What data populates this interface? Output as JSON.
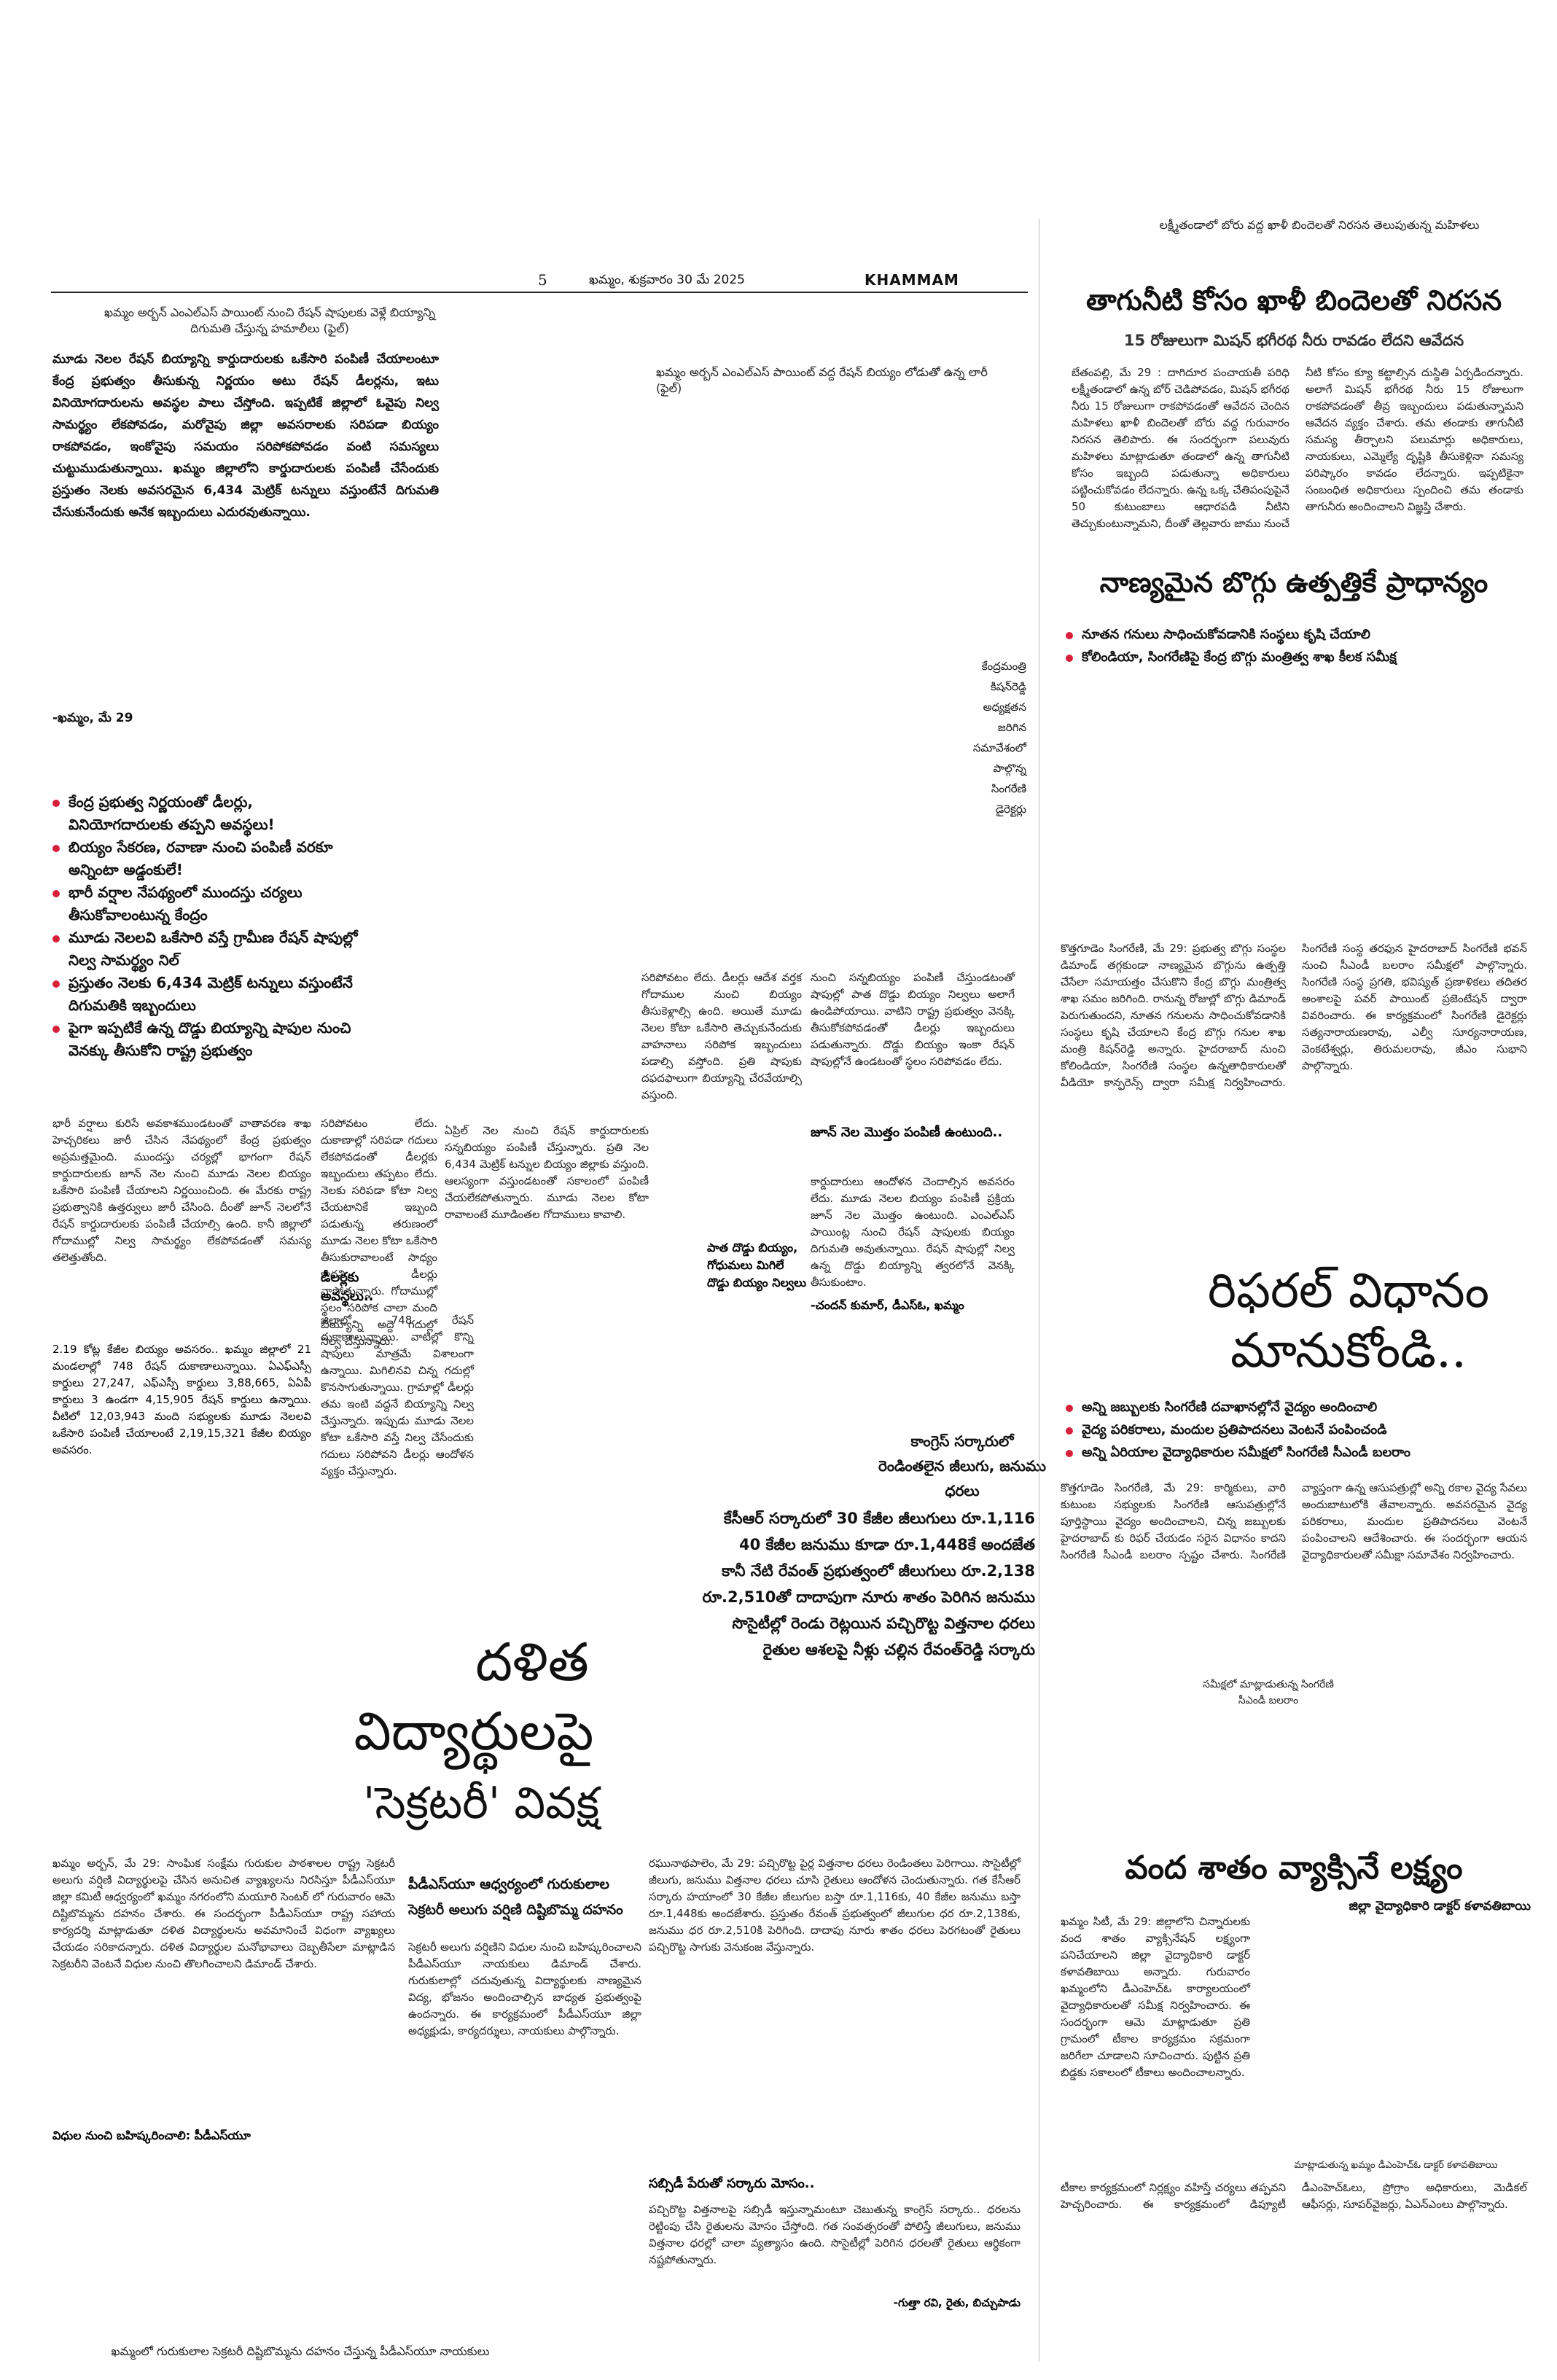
{
  "page_number": "5",
  "date_line": "ఖమ్మం, శుక్రవారం 30 మే 2025",
  "edition": "KHAMMAM",
  "top_left_caption": "ఖమ్మం అర్బన్ ఎంఎల్ఎస్ పాయింట్ నుంచి రేషన్ షాపులకు వెళ్లే బియ్యాన్ని దిగుమతి చేస్తున్న హమాలీలు (ఫైల్)",
  "lorry_caption": "ఖమ్మం అర్బన్ ఎంఎల్ఎస్ పాయింట్ వద్ద రేషన్ బియ్యం లోడుతో ఉన్న లారీ (ఫైల్)",
  "ration": {
    "intro": "మూడు నెలల రేషన్ బియ్యాన్ని కార్డుదారులకు ఒకేసారి పంపిణీ చేయాలంటూ కేంద్ర ప్రభుత్వం తీసుకున్న నిర్ణయం అటు రేషన్ డీలర్లను, ఇటు వినియోగదారులను అవస్థల పాలు చేస్తోంది. ఇప్పటికే జిల్లాలో ఓవైపు నిల్వ సామర్థ్యం లేకపోవడం, మరోవైపు జిల్లా అవసరాలకు సరిపడా బియ్యం రాకపోవడం, ఇంకోవైపు సమయం సరిపోకపోవడం వంటి సమస్యలు చుట్టుముడుతున్నాయి. ఖమ్మం జిల్లాలోని కార్డుదారులకు పంపిణీ చేసేందుకు ప్రస్తుతం నెలకు అవసరమైన 6,434 మెట్రిక్ టన్నులు వస్తుంటేనే దిగుమతి చేసుకునేందుకు అనేక ఇబ్బందులు ఎదురవుతున్నాయి.",
    "dateline": "-ఖమ్మం, మే 29",
    "bullets": [
      "కేంద్ర ప్రభుత్వ నిర్ణయంతో డీలర్లు, వినియోగదారులకు తప్పని అవస్థలు!",
      "బియ్యం సేకరణ, రవాణా నుంచి పంపిణీ వరకూ అన్నింటా అడ్డంకులే!",
      "భారీ వర్షాల నేపథ్యంలో ముందస్తు చర్యలు తీసుకోవాలంటున్న కేంద్రం",
      "మూడు నెలలవి ఒకేసారి వస్తే గ్రామీణ రేషన్ షాపుల్లో నిల్వ సామర్థ్యం నిల్",
      "ప్రస్తుతం నెలకు 6,434 మెట్రిక్ టన్నులు వస్తుంటేనే దిగుమతికి ఇబ్బందులు",
      "పైగా ఇప్పటికే ఉన్న దొడ్డు బియ్యాన్ని షాపుల నుంచి వెనక్కు తీసుకోని రాష్ట్ర ప్రభుత్వం"
    ],
    "body1": "భారీ వర్షాలు కురిసే అవకాశముండటంతో వాతావరణ శాఖ హెచ్చరికలు జారీ చేసిన నేపథ్యంలో కేంద్ర ప్రభుత్వం అప్రమత్తమైంది. ముందస్తు చర్యల్లో భాగంగా రేషన్ కార్డుదారులకు జూన్ నెల నుంచి మూడు నెలల బియ్యం ఒకేసారి పంపిణీ చేయాలని నిర్ణయించింది. ఈ మేరకు రాష్ట్ర ప్రభుత్వానికి ఉత్తర్వులు జారీ చేసింది. దీంతో జూన్ నెలలోనే రేషన్ కార్డుదారులకు పంపిణీ చేయాల్సి ఉంది. కానీ జిల్లాలో గోదాముల్లో నిల్వ సామర్థ్యం లేకపోవడంతో సమస్య తలెత్తుతోంది.",
    "body2": "2.19 కోట్ల కేజీల బియ్యం అవసరం.. ఖమ్మం జిల్లాలో 21 మండలాల్లో 748 రేషన్ దుకాణాలున్నాయి. ఏఎఫ్ఎస్సీ కార్డులు 27,247, ఎఫ్ఎస్సీ కార్డులు 3,88,665, ఏఏపీ కార్డులు 3 ఉండగా 4,15,905 రేషన్ కార్డులు ఉన్నాయి. వీటిలో 12,03,943 మంది సభ్యులకు మూడు నెలలవి ఒకేసారి పంపిణీ చేయాలంటే 2,19,15,321 కేజీల బియ్యం అవసరం.",
    "body3": "సరిపోవటం లేదు. దుకాణాల్లో సరిపడా గదులు లేకపోవడంతో డీలర్లకు ఇబ్బందులు తప్పటం లేదు. నెలకు సరిపడా కోటా నిల్వ చేయటానికే ఇబ్బంది పడుతున్న తరుణంలో మూడు నెలల కోటా ఒకేసారి తీసుకురావాలంటే సాధ్యం కాదని డీలర్లు వాపోతున్నారు. గోదాముల్లో స్థలం సరిపోక చాలా మంది బియ్యాన్ని అద్దె గదుల్లో నిల్వ చేస్తున్నారు.",
    "body4": "ఏప్రిల్ నెల నుంచి రేషన్ కార్డుదారులకు సన్నబియ్యం పంపిణీ చేస్తున్నారు. ప్రతి నెల 6,434 మెట్రిక్ టన్నుల బియ్యం జిల్లాకు వస్తుంది. ఆలస్యంగా వస్తుండటంతో సకాలంలో పంపిణీ చేయలేకపోతున్నారు. మూడు నెలల కోటా రావాలంటే మూడింతల గోదాములు కావాలి.",
    "sub_dealers": "డీలర్లకు అవస్థలు..",
    "body5": "జిల్లాలో 748 రేషన్ దుకాణాలున్నాయి. వాటిల్లో కొన్ని షాపులు మాత్రమే విశాలంగా ఉన్నాయి. మిగిలినవి చిన్న గదుల్లో కొనసాగుతున్నాయి. గ్రామాల్లో డీలర్లు తమ ఇంటి వద్దనే బియ్యాన్ని నిల్వ చేస్తున్నారు. ఇప్పుడు మూడు నెలల కోటా ఒకేసారి వస్తే నిల్వ చేసేందుకు గదులు సరిపోవని డీలర్లు ఆందోళన వ్యక్తం చేస్తున్నారు.",
    "body6": "సరిపోవటం లేదు. డీలర్లు ఆదేశ వర్తక గోదాముల నుంచి బియ్యం తీసుకెళ్లాల్సి ఉంది. అయితే మూడు నెలల కోటా ఒకేసారి తెచ్చుకునేందుకు వాహనాలు సరిపోక ఇబ్బందులు పడాల్సి వస్తోంది. ప్రతి షాపుకు దఫదఫాలుగా బియ్యాన్ని చేరవేయాల్సి వస్తుంది.",
    "sub_stock": "పాత దొడ్డు బియ్యం, గోధుమలు మిగిలే దొడ్డు బియ్యం నిల్వలు",
    "body7": "నుంచి సన్నబియ్యం పంపిణీ చేస్తుండటంతో షాపుల్లో పాత దొడ్డు బియ్యం నిల్వలు అలాగే ఉండిపోయాయి. వాటిని రాష్ట్ర ప్రభుత్వం వెనక్కి తీసుకోకపోవడంతో డీలర్లు ఇబ్బందులు పడుతున్నారు. దొడ్డు బియ్యం ఇంకా రేషన్ షాపుల్లోనే ఉండటంతో స్థలం సరిపోవడం లేదు.",
    "sub_june": "జూన్ నెల మొత్తం పంపిణీ ఉంటుంది..",
    "body8": "కార్డుదారులు ఆందోళన చెందాల్సిన అవసరం లేదు. మూడు నెలల బియ్యం పంపిణీ ప్రక్రియ జూన్ నెల మొత్తం ఉంటుంది. ఎంఎల్ఎస్ పాయింట్ల నుంచి రేషన్ షాపులకు బియ్యం దిగుమతి అవుతున్నాయి. రేషన్ షాపుల్లో నిల్వ ఉన్న దొడ్డు బియ్యాన్ని త్వరలోనే వెనక్కి తీసుకుంటాం.",
    "signature": "-చందన్ కుమార్, డీఎస్ఓ, ఖమ్మం"
  },
  "protest": {
    "caption": "లక్ష్మీతండాలో బోరు వద్ద ఖాళీ బిందెలతో నిరసన తెలుపుతున్న మహిళలు",
    "headline": "తాగునీటి కోసం ఖాళీ బిందెలతో నిరసన",
    "subhead": "15 రోజులుగా మిషన్ భగీరథ నీరు రావడం లేదని ఆవేదన",
    "body": "బేతంపల్లి, మే 29 : దాగిదూర పంచాయతీ పరిధి లక్ష్మీతండాలో ఉన్న బోర్ చెడిపోవడం, మిషన్ భగీరథ నీరు 15 రోజులుగా రాకపోవడంతో ఆవేదన చెందిన మహిళలు ఖాళీ బిందెలతో బోరు వద్ద గురువారం నిరసన తెలిపారు. ఈ సందర్భంగా పలువురు మహిళలు మాట్లాడుతూ తండాలో ఉన్న తాగునీటి కోసం ఇబ్బంది పడుతున్నా అధికారులు పట్టించుకోవడం లేదన్నారు. ఉన్న ఒక్క చేతిపంపుపైనే 50 కుటుంబాలు ఆధారపడి నీటిని తెచ్చుకుంటున్నామని, దీంతో తెల్లవారు జాము నుంచే నీటి కోసం క్యూ కట్టాల్సిన దుస్థితి ఏర్పడిందన్నారు. అలాగే మిషన్ భగీరథ నీరు 15 రోజులుగా రాకపోవడంతో తీవ్ర ఇబ్బందులు పడుతున్నామని ఆవేదన వ్యక్తం చేశారు. తమ తండాకు తాగునీటి సమస్య తీర్చాలని పలుమార్లు అధికారులు, నాయకులు, ఎమ్మెల్యే దృష్టికి తీసుకెళ్లినా సమస్య పరిష్కారం కావడం లేదన్నారు. ఇప్పటికైనా సంబంధిత అధికారులు స్పందించి తమ తండాకు తాగునీరు అందించాలని విజ్ఞప్తి చేశారు."
  },
  "coal": {
    "headline": "నాణ్యమైన బొగ్గు ఉత్పత్తికే ప్రాధాన్యం",
    "bullets": [
      "నూతన గనులు సాధించుకోవడానికి సంస్థలు కృషి చేయాలి",
      "కోలిండియా, సింగరేణిపై కేంద్ర బొగ్గు మంత్రిత్వ శాఖ కీలక సమీక్ష"
    ],
    "photo_caption": "కేంద్రమంత్రి కిషన్‌రెడ్డి అధ్యక్షతన జరిగిన సమావేశంలో పాల్గొన్న సింగరేణి డైరెక్టర్లు",
    "body": "కొత్తగూడెం సింగరేణి, మే 29: ప్రభుత్వ బొగ్గు సంస్థల డిమాండ్ తగ్గకుండా నాణ్యమైన బొగ్గును ఉత్పత్తి చేసేలా సమాయత్తం చేసుకొని కేంద్ర బొగ్గు మంత్రిత్వ శాఖ సమం జరిగింది. రానున్న రోజుల్లో బొగ్గు డిమాండ్ పెరుగుతుందని, నూతన గనులను సాధించుకోవడానికి సంస్థలు కృషి చేయాలని కేంద్ర బొగ్గు గనుల శాఖ మంత్రి కిషన్‌రెడ్డి అన్నారు. హైదరాబాద్ నుంచి కోలిండియా, సింగరేణి సంస్థల ఉన్నతాధికారులతో వీడియో కాన్ఫరెన్స్ ద్వారా సమీక్ష నిర్వహించారు. సింగరేణి సంస్థ తరఫున హైదరాబాద్ సింగరేణి భవన్ నుంచి సీఎండీ బలరాం సమీక్షలో పాల్గొన్నారు. సింగరేణి సంస్థ ప్రగతి, భవిష్యత్ ప్రణాళికలు తదితర అంశాలపై పవర్ పాయింట్ ప్రజెంటేషన్ ద్వారా వివరించారు. ఈ కార్యక్రమంలో సింగరేణి డైరెక్టర్లు సత్యనారాయణరావు, ఎల్వీ సూర్యనారాయణ, వెంకటేశ్వర్లు, తిరుమలరావు, జీఎం సుభాని పాల్గొన్నారు."
  },
  "referral": {
    "headline": "రిఫరల్ విధానం మానుకోండి..",
    "bullets": [
      "అన్ని జబ్బులకు సింగరేణి దవాఖానల్లోనే వైద్యం అందించాలి",
      "వైద్య పరికరాలు, మందుల ప్రతిపాదనలు వెంటనే పంపించండి",
      "అన్ని ఏరియాల వైద్యాధికారుల సమీక్షలో సింగరేణి సీఎండీ బలరాం"
    ],
    "body": "కొత్తగూడెం సింగరేణి, మే 29: కార్మికులు, వారి కుటుంబ సభ్యులకు సింగరేణి ఆసుపత్రుల్లోనే పూర్తిస్థాయి వైద్యం అందించాలని, చిన్న జబ్బులకు హైదరాబాద్ కు రిఫర్ చేయడం సరైన విధానం కాదని సింగరేణి సీఎండీ బలరాం స్పష్టం చేశారు. సింగరేణి వ్యాప్తంగా ఉన్న ఆసుపత్రుల్లో అన్ని రకాల వైద్య సేవలు అందుబాటులోకి తేవాలన్నారు. అవసరమైన వైద్య పరికరాలు, మందుల ప్రతిపాదనలు వెంటనే పంపించాలని ఆదేశించారు. ఈ సందర్భంగా ఆయన వైద్యాధికారులతో సమీక్షా సమావేశం నిర్వహించారు.",
    "photo_caption": "సమీక్షలో మాట్లాడుతున్న సింగరేణి సీఎండీ బలరాం"
  },
  "congress": {
    "kicker": "కాంగ్రెస్ సర్కారులో రెండింతలైన జీలుగు, జనుము ధరలు",
    "lines": [
      "కేసీఆర్ సర్కారులో 30 కేజీల జీలుగులు రూ.1,116",
      "40 కేజీల జనుము కూడా రూ.1,448కే అందజేత",
      "కానీ నేటి రేవంత్ ప్రభుత్వంలో జీలుగులు రూ.2,138",
      "రూ.2,510తో దాదాపుగా నూరు శాతం పెరిగిన జనుము",
      "సొసైటీల్లో రెండు రెట్లయిన పచ్చిరొట్ట విత్తనాల ధరలు",
      "రైతుల ఆశలపై నీళ్లు చల్లిన రేవంత్‌రెడ్డి సర్కారు"
    ],
    "body": "రఘునాథపాలెం, మే 29: పచ్చిరొట్ట పైర్ల విత్తనాల ధరలు రెండింతలు పెరిగాయి. సొసైటీల్లో జీలుగు, జనుము విత్తనాల ధరలు చూసి రైతులు ఆందోళన చెందుతున్నారు. గత కేసీఆర్ సర్కారు హయాంలో 30 కేజీల జీలుగుల బస్తా రూ.1,116కు, 40 కేజీల జనుము బస్తా రూ.1,448కు అందజేశారు. ప్రస్తుతం రేవంత్ ప్రభుత్వంలో జీలుగుల ధర రూ.2,138కు, జనుము ధర రూ.2,510కి పెరిగింది. దాదాపు నూరు శాతం ధరలు పెరగటంతో రైతులు పచ్చిరొట్ట సాగుకు వెనుకంజ వేస్తున్నారు.",
    "sub": "సబ్సిడీ పేరుతో సర్కారు మోసం..",
    "body2": "పచ్చిరొట్ట విత్తనాలపై సబ్సిడీ ఇస్తున్నామంటూ చెబుతున్న కాంగ్రెస్ సర్కారు.. ధరలను రెట్టింపు చేసి రైతులను మోసం చేస్తోంది. గత సంవత్సరంతో పోలిస్తే జీలుగులు, జనుము విత్తనాల ధరల్లో చాలా వ్యత్యాసం ఉంది. సొసైటీల్లో పెరిగిన ధరలతో రైతులు ఆర్థికంగా నష్టపోతున్నారు.",
    "signature": "-గుత్తా రవి, రైతు, బిచ్చుపాడు"
  },
  "dalit": {
    "headline1": "దళిత",
    "headline2": "విద్యార్థులపై",
    "headline3": "'సెక్రటరీ' వివక్ష",
    "kicker1": "పీడీఎస్‌యూ ఆధ్వర్యంలో గురుకులాల",
    "kicker2": "సెక్రటరీ అలుగు వర్షిణి దిష్టిబొమ్మ దహనం",
    "body": "ఖమ్మం అర్బన్, మే 29: సాంఘిక సంక్షేమ గురుకుల పాఠశాలల రాష్ట్ర సెక్రటరీ అలుగు వర్షిణి విద్యార్థులపై చేసిన అనుచిత వ్యాఖ్యలను నిరసిస్తూ పీడీఎస్‌యూ జిల్లా కమిటీ ఆధ్వర్యంలో ఖమ్మం నగరంలోని మయూరి సెంటర్ లో గురువారం ఆమె దిష్టిబొమ్మను దహనం చేశారు. ఈ సందర్భంగా పీడీఎస్‌యూ రాష్ట్ర సహాయ కార్యదర్శి మాట్లాడుతూ దళిత విద్యార్థులను అవమానించే విధంగా వ్యాఖ్యలు చేయడం సరికాదన్నారు. దళిత విద్యార్థుల మనోభావాలు దెబ్బతీసేలా మాట్లాడిన సెక్రటరీని వెంటనే విధుల నుంచి తొలగించాలని డిమాండ్ చేశారు.",
    "sub": "విధుల నుంచి బహిష్కరించాలి: పీడీఎస్‌యూ",
    "body2": "సెక్రటరీ అలుగు వర్షిణిని విధుల నుంచి బహిష్కరించాలని పీడీఎస్‌యూ నాయకులు డిమాండ్ చేశారు. గురుకులాల్లో చదువుతున్న విద్యార్థులకు నాణ్యమైన విద్య, భోజనం అందించాల్సిన బాధ్యత ప్రభుత్వంపై ఉందన్నారు. ఈ కార్యక్రమంలో పీడీఎస్‌యూ జిల్లా అధ్యక్షుడు, కార్యదర్శులు, నాయకులు పాల్గొన్నారు.",
    "photo_caption": "ఖమ్మంలో గురుకులాల సెక్రటరీ దిష్టిబొమ్మను దహనం చేస్తున్న పీడీఎస్‌యూ నాయకులు"
  },
  "vaccine": {
    "headline": "వంద శాతం వ్యాక్సినే లక్ష్యం",
    "kicker": "జిల్లా వైద్యాధికారి డాక్టర్ కళావతిబాయి",
    "body": "ఖమ్మం సిటీ, మే 29: జిల్లాలోని చిన్నారులకు వంద శాతం వ్యాక్సినేషన్ లక్ష్యంగా పనిచేయాలని జిల్లా వైద్యాధికారి డాక్టర్ కళావతిబాయి అన్నారు. గురువారం ఖమ్మంలోని డీఎంహెచ్ఓ కార్యాలయంలో వైద్యాధికారులతో సమీక్ష నిర్వహించారు. ఈ సందర్భంగా ఆమె మాట్లాడుతూ ప్రతి గ్రామంలో టీకాల కార్యక్రమం సక్రమంగా జరిగేలా చూడాలని సూచించారు. పుట్టిన ప్రతి బిడ్డకు సకాలంలో టీకాలు అందించాలన్నారు.",
    "photo_caption": "మాట్లాడుతున్న ఖమ్మం డీఎంహెచ్ఓ డాక్టర్ కళావతిబాయి",
    "body2": "టీకాల కార్యక్రమంలో నిర్లక్ష్యం వహిస్తే చర్యలు తప్పవని హెచ్చరించారు. ఈ కార్యక్రమంలో డిప్యూటీ డీఎంహెచ్ఓలు, ప్రోగ్రాం అధికారులు, మెడికల్ ఆఫీసర్లు, సూపర్‌వైజర్లు, ఏఎన్ఎంలు పాల్గొన్నారు."
  }
}
